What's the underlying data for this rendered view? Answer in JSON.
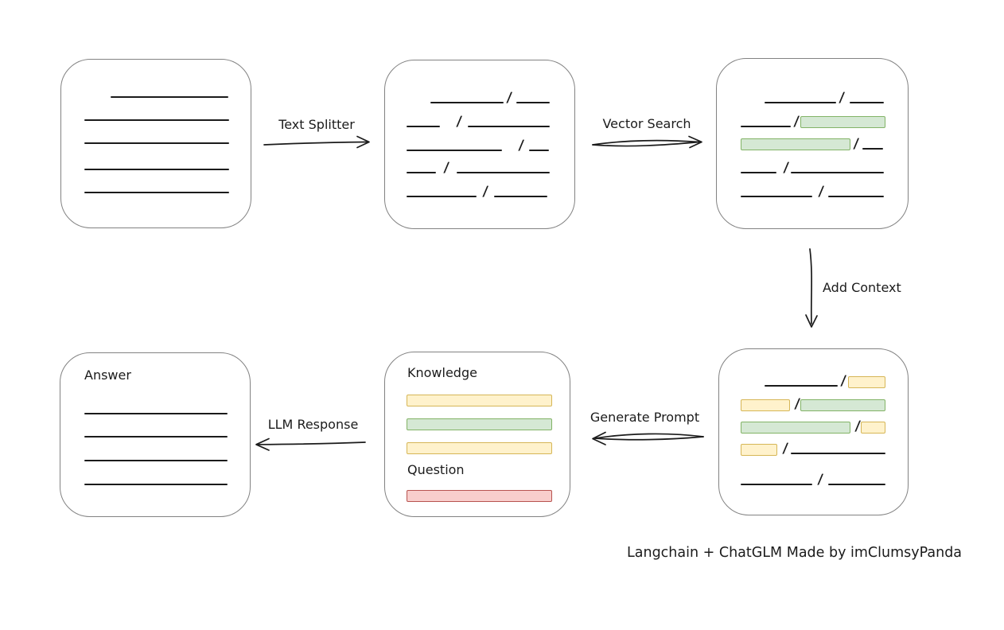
{
  "labels": {
    "text_splitter": "Text Splitter",
    "vector_search": "Vector Search",
    "add_context": "Add Context",
    "generate_prompt": "Generate Prompt",
    "llm_response": "LLM Response",
    "knowledge": "Knowledge",
    "question": "Question",
    "answer": "Answer"
  },
  "caption": "Langchain + ChatGLM Made by imClumsyPanda",
  "glyphs": {
    "slash": "/"
  },
  "colors": {
    "highlight_green_fill": "#d5e8d4",
    "highlight_green_border": "#82b366",
    "highlight_yellow_fill": "#fff2cc",
    "highlight_yellow_border": "#d6b656",
    "highlight_red_fill": "#f8cecc",
    "highlight_red_border": "#b85450",
    "node_border": "#828282",
    "ink": "#1b1b1b"
  }
}
